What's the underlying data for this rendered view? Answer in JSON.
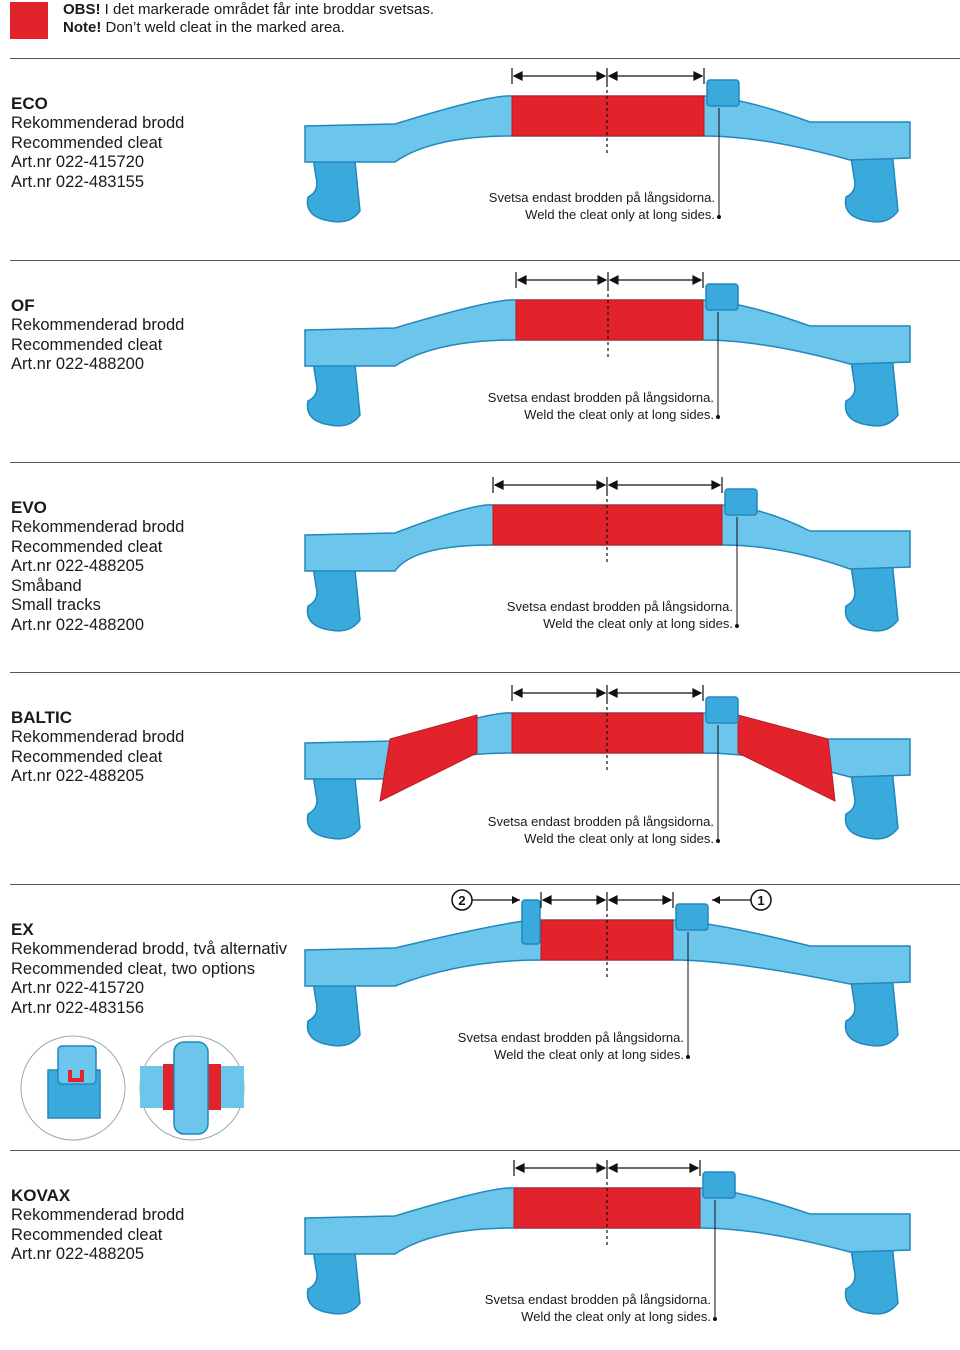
{
  "note": {
    "obs_bold": "OBS!",
    "obs_text": "I det markerade området får inte broddar svetsas.",
    "note_bold": "Note!",
    "note_text": "Don’t weld cleat in the marked area."
  },
  "caption": {
    "sv": "Svetsa endast brodden på långsidorna.",
    "en": "Weld the cleat only at long sides."
  },
  "sections": [
    {
      "title": "ECO",
      "lines": [
        "Rekommenderad brodd",
        "Recommended cleat",
        "Art.nr 022-415720",
        "Art.nr 022-483155"
      ]
    },
    {
      "title": "OF",
      "lines": [
        "Rekommenderad brodd",
        "Recommended cleat",
        "Art.nr 022-488200"
      ]
    },
    {
      "title": "EVO",
      "lines": [
        "Rekommenderad brodd",
        "Recommended cleat",
        "Art.nr 022-488205",
        "Småband",
        "Small tracks",
        "Art.nr 022-488200"
      ]
    },
    {
      "title": "BALTIC",
      "lines": [
        "Rekommenderad brodd",
        "Recommended cleat",
        "Art.nr 022-488205"
      ]
    },
    {
      "title": "EX",
      "lines": [
        "Rekommenderad brodd, två alternativ",
        "Recommended cleat, two options",
        "Art.nr 022-415720",
        "Art.nr 022-483156"
      ],
      "markers": [
        "2",
        "1"
      ]
    },
    {
      "title": "KOVAX",
      "lines": [
        "Rekommenderad brodd",
        "Recommended cleat",
        "Art.nr 022-488205"
      ]
    }
  ],
  "colors": {
    "blue": "#3aa9dc",
    "blue_light": "#6cc6ec",
    "blue_dark": "#2187bd",
    "red": "#e3232c",
    "red_dark": "#b71921"
  }
}
